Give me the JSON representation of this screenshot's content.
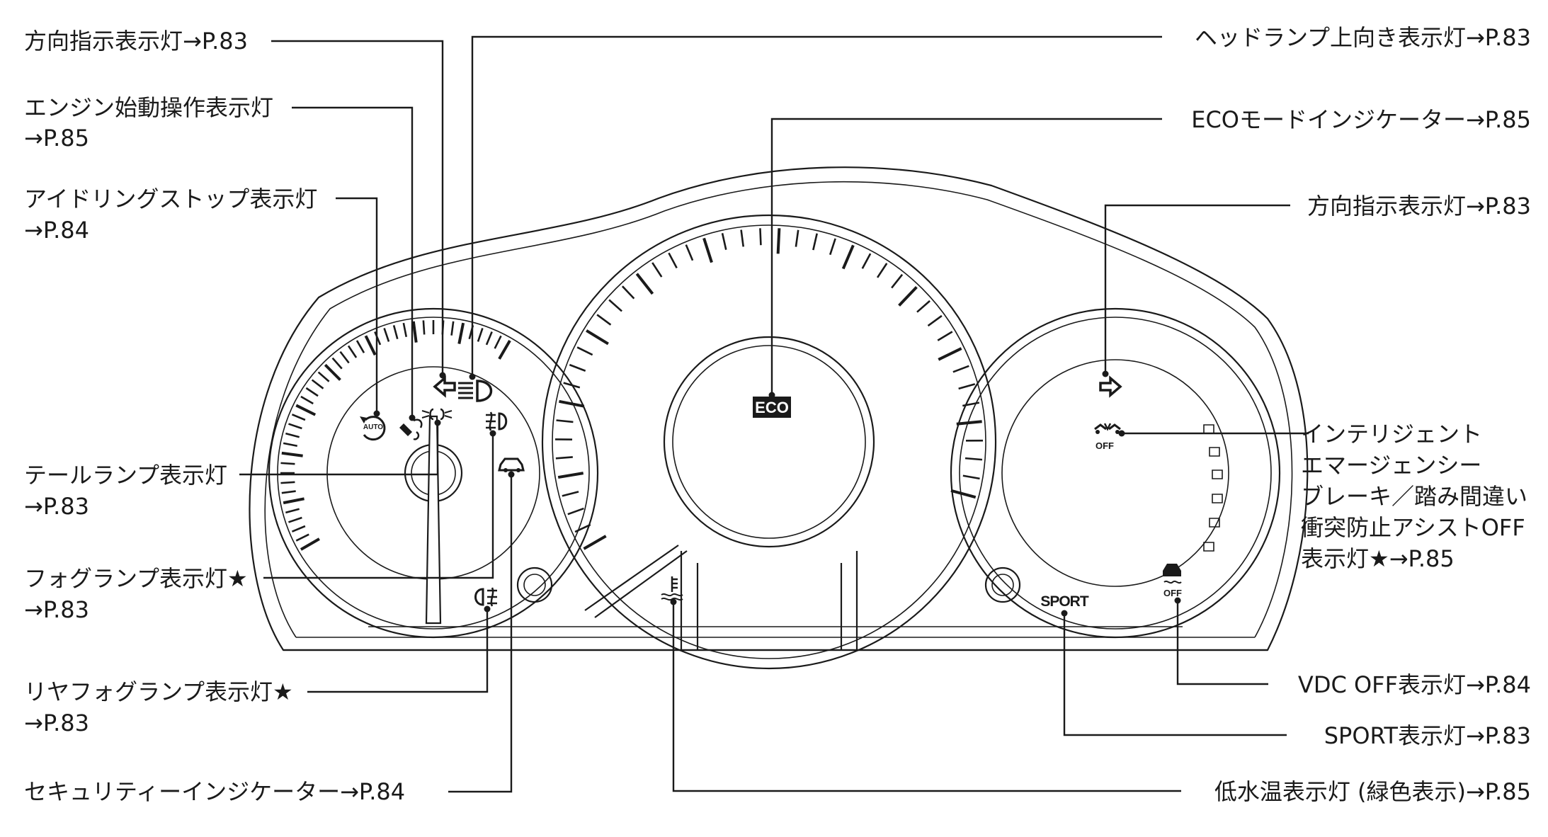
{
  "callouts": {
    "turn_left": "方向指示表示灯→P.83",
    "engine_start_1": "エンジン始動操作表示灯",
    "engine_start_2": "→P.85",
    "idle_stop_1": "アイドリングストップ表示灯",
    "idle_stop_2": "→P.84",
    "tail_lamp_1": "テールランプ表示灯",
    "tail_lamp_2": "→P.83",
    "fog_lamp_1": "フォグランプ表示灯★",
    "fog_lamp_2": "→P.83",
    "rear_fog_1": "リヤフォグランプ表示灯★",
    "rear_fog_2": "→P.83",
    "security": "セキュリティーインジケーター→P.84",
    "high_beam": "ヘッドランプ上向き表示灯→P.83",
    "eco_mode": "ECOモードインジケーター→P.85",
    "turn_right": "方向指示表示灯→P.83",
    "emergency_1": "インテリジェント",
    "emergency_2": "エマージェンシー",
    "emergency_3": "ブレーキ／踏み間違い",
    "emergency_4": "衝突防止アシストOFF",
    "emergency_5": "表示灯★→P.85",
    "vdc_off": "VDC OFF表示灯→P.84",
    "sport": "SPORT表示灯→P.83",
    "low_temp": "低水温表示灯 (緑色表示)→P.85"
  },
  "indicators": {
    "eco": "ECO",
    "sport": "SPORT",
    "auto": "AUTO",
    "off_1": "OFF",
    "off_2": "OFF"
  }
}
